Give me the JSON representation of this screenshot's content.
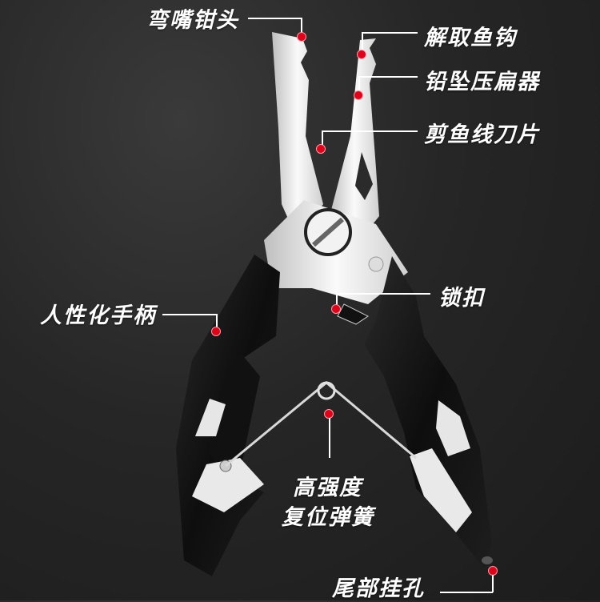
{
  "product": "fishing pliers",
  "colors": {
    "background": "#262626",
    "handle": "#141414",
    "steel": "#e8e8e8",
    "marker": "#e0001a",
    "text": "#ffffff"
  },
  "callouts": {
    "bent_nose_tip": "弯嘴钳头",
    "hook_remover": "解取鱼钩",
    "split_shot_crimper": "铅坠压扁器",
    "line_cutter": "剪鱼线刀片",
    "lock": "锁扣",
    "ergonomic_handle": "人性化手柄",
    "spring_line1": "高强度",
    "spring_line2": "复位弹簧",
    "lanyard_hole": "尾部挂孔"
  }
}
